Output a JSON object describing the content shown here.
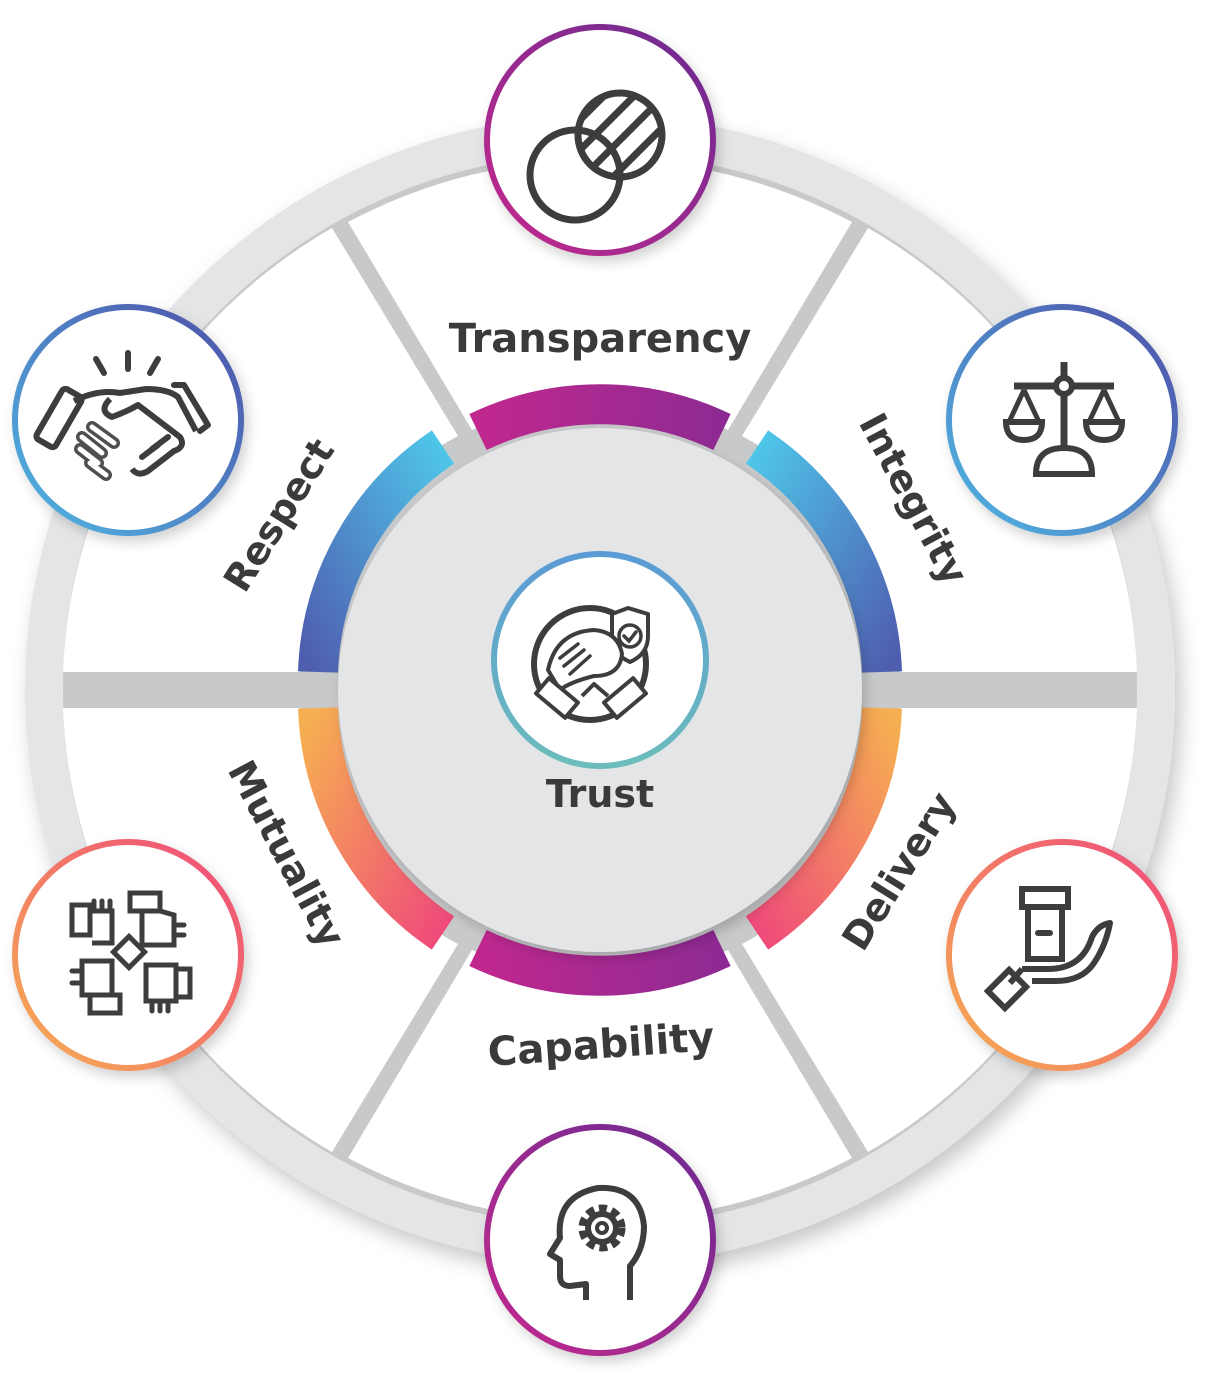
{
  "diagram": {
    "center": {
      "label": "Trust",
      "icon": "handshake-shield-icon",
      "border_colors": [
        "#5b9bd5",
        "#6fbfbf"
      ]
    },
    "segments": [
      {
        "label": "Transparency",
        "icon": "overlapping-circles-icon",
        "position": "top",
        "arc_colors": [
          "#c0288f",
          "#8e2a93"
        ],
        "badge_border": [
          "#c0288f",
          "#6a2c91"
        ]
      },
      {
        "label": "Integrity",
        "icon": "scales-of-justice-icon",
        "position": "upper-right",
        "arc_colors": [
          "#4fc3e8",
          "#4f5fb0"
        ],
        "badge_border": [
          "#4fb0e0",
          "#4f4fa8"
        ]
      },
      {
        "label": "Delivery",
        "icon": "hand-holding-box-icon",
        "position": "lower-right",
        "arc_colors": [
          "#f0447a",
          "#f59a55"
        ],
        "badge_border": [
          "#f5a855",
          "#ef4a7a"
        ]
      },
      {
        "label": "Capability",
        "icon": "head-gear-icon",
        "position": "bottom",
        "arc_colors": [
          "#c0288f",
          "#8e2a93"
        ],
        "badge_border": [
          "#c0288f",
          "#6a2c91"
        ]
      },
      {
        "label": "Mutuality",
        "icon": "four-hands-icon",
        "position": "lower-left",
        "arc_colors": [
          "#f5a855",
          "#ef4a7a"
        ],
        "badge_border": [
          "#f5a855",
          "#ef4a7a"
        ]
      },
      {
        "label": "Respect",
        "icon": "handshake-icon",
        "position": "upper-left",
        "arc_colors": [
          "#4fc3e8",
          "#4f5fb0"
        ],
        "badge_border": [
          "#4fa8dc",
          "#4f4fa8"
        ]
      }
    ],
    "colors": {
      "outer_ring": "#e4e5e7",
      "segment_fill": "#ffffff",
      "inner_disk": "#e4e5e7",
      "text": "#3a3a3a",
      "icon": "#3d3d3d"
    }
  }
}
